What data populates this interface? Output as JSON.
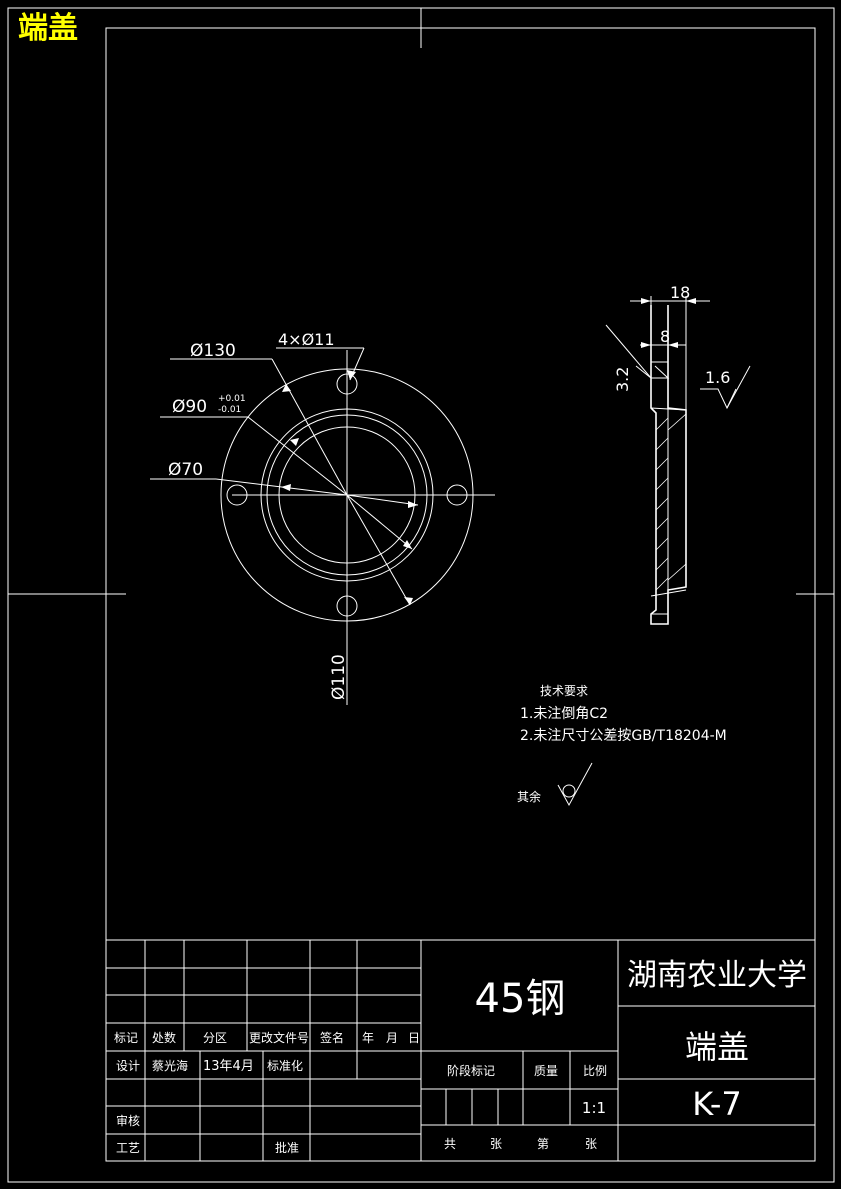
{
  "page_label": "端盖",
  "colors": {
    "background": "#000000",
    "line": "#ffffff",
    "label": "#ffff00"
  },
  "front_view": {
    "dim_d130": "Ø130",
    "dim_holes": "4×Ø11",
    "dim_d90": "Ø90",
    "dim_d90_tol_upper": "+0.01",
    "dim_d90_tol_lower": "-0.01",
    "dim_d70": "Ø70",
    "dim_d110": "Ø110"
  },
  "side_view": {
    "dim_18": "18",
    "dim_8": "8",
    "roughness_3_2": "3.2",
    "roughness_1_6": "1.6"
  },
  "notes": {
    "heading": "技术要求",
    "items": [
      "1.未注倒角C2",
      "2.未注尺寸公差按GB/T18204-M"
    ],
    "remaining_surfaces": "其余"
  },
  "title_block": {
    "material": "45钢",
    "school": "湖南农业大学",
    "part_name": "端盖",
    "drawing_no": "K-7",
    "scale": "1:1",
    "rev_headers": [
      "标记",
      "处数",
      "分区",
      "更改文件号",
      "签名",
      "年",
      "月",
      "日"
    ],
    "design_label": "设计",
    "designer": "蔡光海",
    "design_date": "13年4月",
    "standardization": "标准化",
    "stage_mark": "阶段标记",
    "mass": "质量",
    "scale_label": "比例",
    "review": "审核",
    "process": "工艺",
    "approve": "批准",
    "sheet_total": "共",
    "sheet_unit": "张",
    "sheet_num": "第",
    "sheet_unit2": "张"
  }
}
